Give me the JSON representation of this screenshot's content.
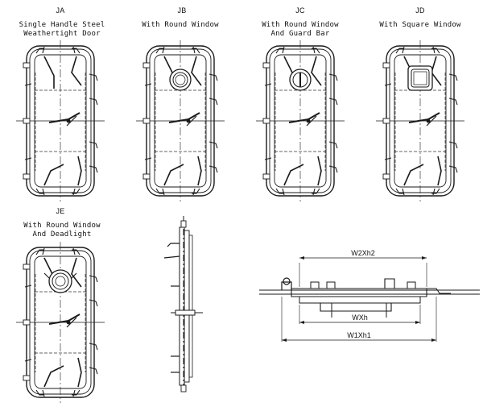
{
  "variants": [
    {
      "code": "JA",
      "caption_lines": [
        "Single Handle Steel",
        "Weathertight Door"
      ],
      "window": "none"
    },
    {
      "code": "JB",
      "caption_lines": [
        "With Round Window"
      ],
      "window": "round"
    },
    {
      "code": "JC",
      "caption_lines": [
        "With Round Window",
        "And Guard Bar"
      ],
      "window": "round-guard-bar"
    },
    {
      "code": "JD",
      "caption_lines": [
        "With Square Window"
      ],
      "window": "square"
    },
    {
      "code": "JE",
      "caption_lines": [
        "With Round Window",
        "And Deadlight"
      ],
      "window": "round-deadlight"
    }
  ],
  "section": {
    "dimensions": {
      "w2xh2": "W2Xh2",
      "wxh": "WXh",
      "w1xh1": "W1Xh1"
    }
  },
  "colors": {
    "line": "#1a1a1a",
    "dash": "#333333"
  }
}
